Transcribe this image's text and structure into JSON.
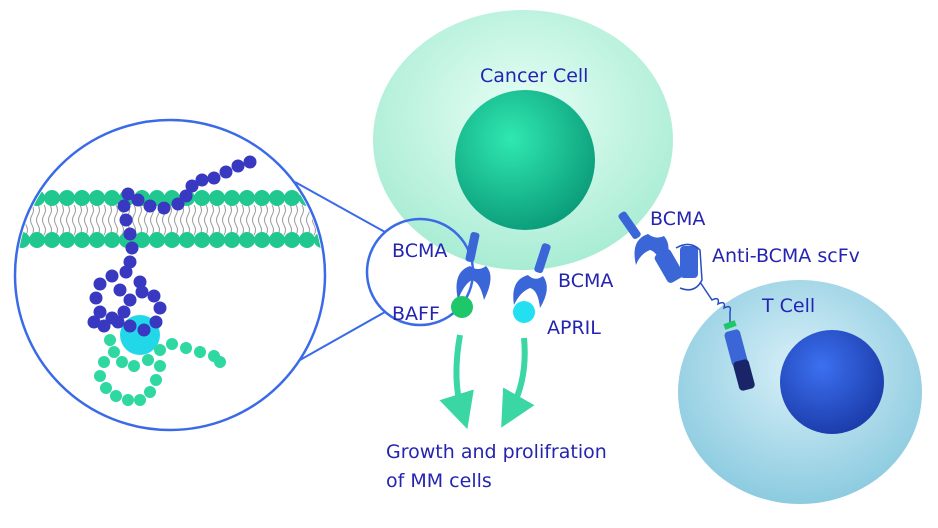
{
  "labels": {
    "cancer_cell": "Cancer Cell",
    "bcma_zoom": "BCMA",
    "baff": "BAFF",
    "bcma_april": "BCMA",
    "april": "APRIL",
    "bcma_scfv": "BCMA",
    "anti_bcma_scfv": "Anti-BCMA scFv",
    "t_cell": "T Cell",
    "outcome_line1": "Growth and prolifration",
    "outcome_line2": "of MM cells"
  },
  "colors": {
    "text": "#2424b0",
    "receptor": "#3a66d8",
    "cancer_cell": "#c8f5e6",
    "cancer_nucleus": "#16c89a",
    "t_cell": "#a8d8ea",
    "t_nucleus": "#2a58d0",
    "baff": "#1ec86a",
    "april": "#22e0f0",
    "arrow": "#3ad6a4",
    "zoom_circle": "#3a6ae8"
  }
}
